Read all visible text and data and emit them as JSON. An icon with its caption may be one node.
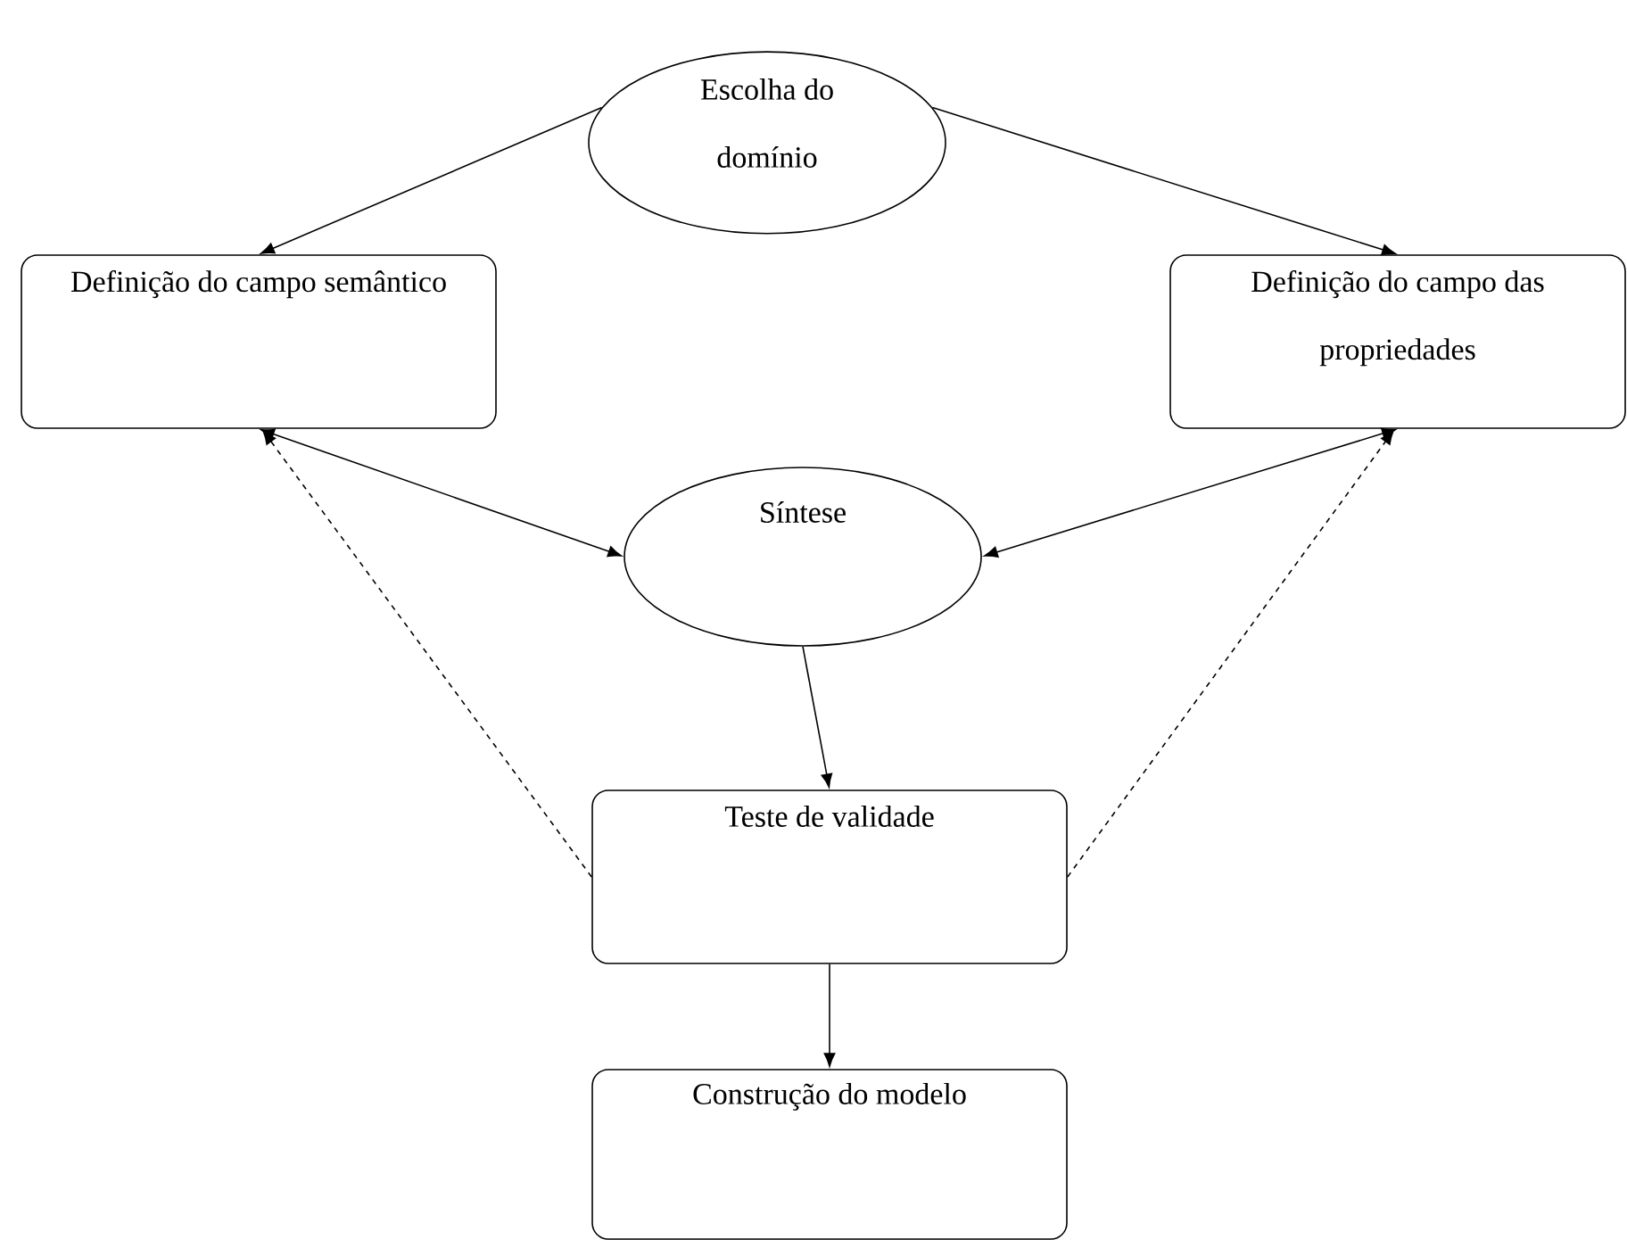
{
  "diagram": {
    "nodes": [
      {
        "text": [
          "Escolha do domínio"
        ]
      },
      {
        "text": [
          "Definição do campo semântico"
        ]
      },
      {
        "text": [
          "Definição do campo das propriedades"
        ]
      },
      {
        "text": [
          "Síntese"
        ]
      },
      {
        "text": [
          "Teste de validade"
        ]
      },
      {
        "text": [
          "Construção do modelo"
        ]
      }
    ],
    "edges": [
      {
        "from": 0,
        "to": 1,
        "arrow": "to"
      },
      {
        "from": 0,
        "to": 2,
        "arrow": "to"
      },
      {
        "from": 1,
        "to": 3,
        "arrow": "both"
      },
      {
        "from": 2,
        "to": 3,
        "arrow": "both"
      },
      {
        "from": 3,
        "to": 4,
        "arrow": "to"
      },
      {
        "from": 4,
        "to": 1,
        "arrow": "to",
        "style": "dashed"
      },
      {
        "from": 4,
        "to": 2,
        "arrow": "to",
        "style": "dashed"
      },
      {
        "from": 4,
        "to": 5,
        "arrow": "to"
      }
    ]
  }
}
